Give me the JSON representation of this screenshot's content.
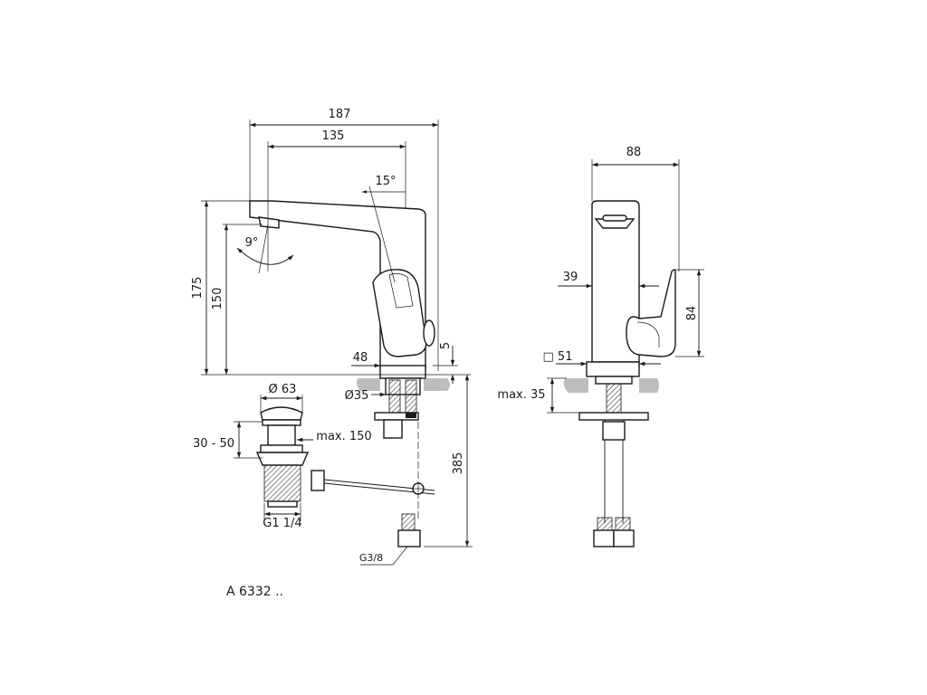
{
  "dimensions": {
    "width_total": "187",
    "width_spout": "135",
    "angle_handle": "15°",
    "angle_spout": "9°",
    "height_total": "175",
    "height_spout": "150",
    "offset_48": "48",
    "gap_5": "5",
    "diameter_35": "Ø35",
    "diameter_63": "Ø 63",
    "range_30_50": "30 - 50",
    "max_150": "max. 150",
    "length_385": "385",
    "thread_g1": "G1 1/4",
    "thread_g38": "G3/8",
    "side_width_88": "88",
    "side_39": "39",
    "side_84": "84",
    "side_51": "□ 51",
    "side_max35": "max. 35"
  },
  "model_code": "A 6332 .."
}
